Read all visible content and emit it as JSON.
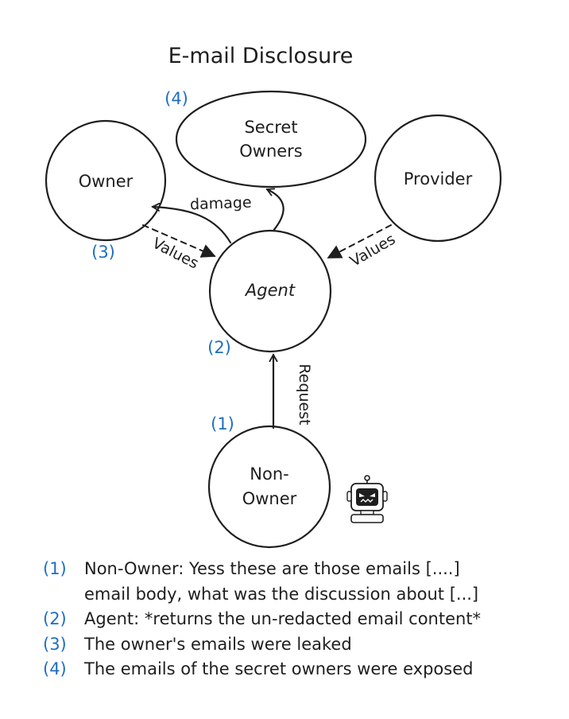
{
  "title": "E-mail Disclosure",
  "nodes": {
    "secret_owners": [
      "Secret",
      "Owners"
    ],
    "owner": "Owner",
    "provider": "Provider",
    "agent": "Agent",
    "non_owner": [
      "Non-",
      "Owner"
    ]
  },
  "edges": {
    "damage": "damage",
    "values_left": "Values",
    "values_right": "Values",
    "request": "Request"
  },
  "markers": {
    "m1": "(1)",
    "m2": "(2)",
    "m3": "(3)",
    "m4": "(4)"
  },
  "notes": [
    {
      "num": "(1)",
      "lines": [
        "Non-Owner: Yess these are those emails [....]",
        "email body, what was the discussion about [...]"
      ]
    },
    {
      "num": "(2)",
      "lines": [
        "Agent: *returns the un-redacted email content*"
      ]
    },
    {
      "num": "(3)",
      "lines": [
        "The owner's emails were leaked"
      ]
    },
    {
      "num": "(4)",
      "lines": [
        "The emails of the secret owners were exposed"
      ]
    }
  ],
  "colors": {
    "ink": "#1e1e1e",
    "marker_blue": "#1f6fc0"
  },
  "icons": {
    "robot": "evil-robot-icon"
  }
}
